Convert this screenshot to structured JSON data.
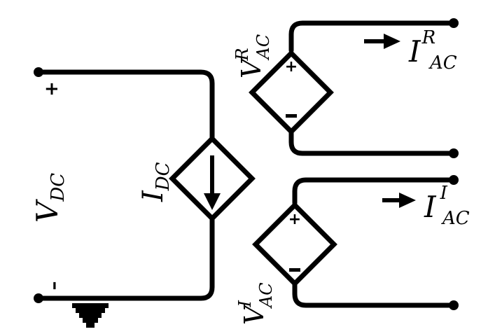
{
  "labels": {
    "v_dc_main": "V",
    "v_dc_sub": "DC",
    "i_dc_main": "I",
    "i_dc_sub": "DC",
    "v_ac_r_main": "V",
    "v_ac_r_sup": "R",
    "v_ac_r_sub": "AC",
    "i_ac_r_main": "I",
    "i_ac_r_sup": "R",
    "i_ac_r_sub": "AC",
    "v_ac_i_main": "V",
    "v_ac_i_sup": "I",
    "v_ac_i_sub": "AC",
    "i_ac_i_main": "I",
    "i_ac_i_sup": "I",
    "i_ac_i_sub": "AC",
    "dc_plus": "+",
    "dc_minus": "–"
  },
  "colors": {
    "ink": "#000000",
    "background": "#ffffff"
  }
}
